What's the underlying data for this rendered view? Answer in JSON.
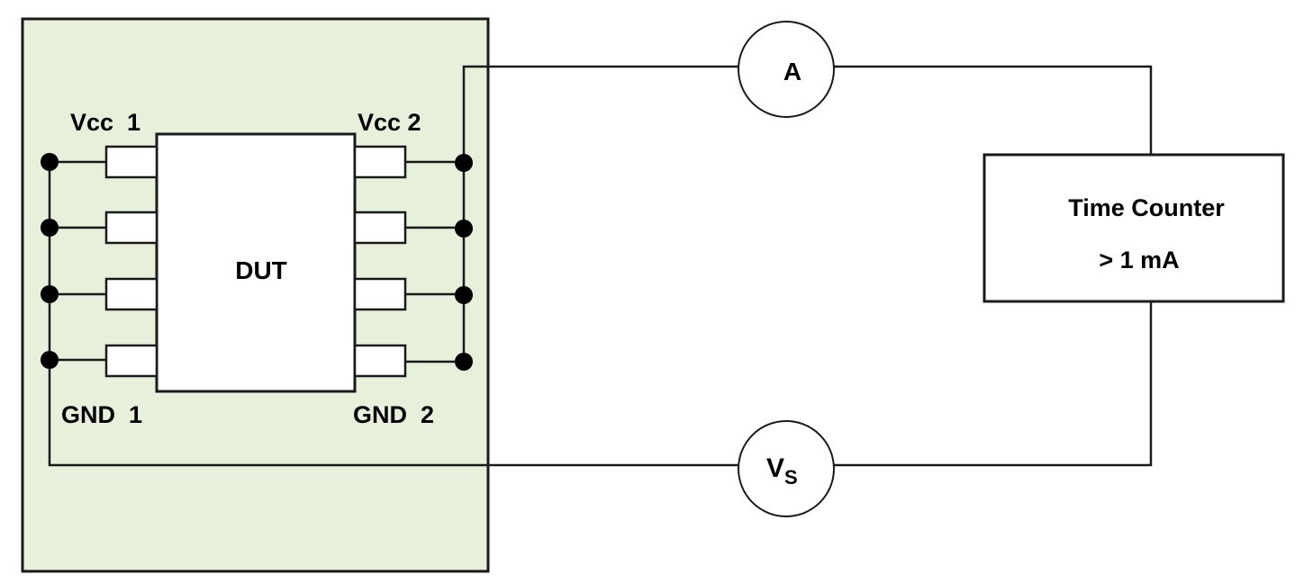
{
  "colors": {
    "fixture_fill": "#e6f0da",
    "stroke": "#1a1a1a",
    "node": "#000000"
  },
  "labels": {
    "vcc1": "Vcc  1",
    "vcc2": "Vcc 2",
    "gnd1": "GND  1",
    "gnd2": "GND  2",
    "dut": "DUT"
  },
  "ammeter": {
    "symbol": "A"
  },
  "voltage_source": {
    "symbol": "V",
    "subscript": "S"
  },
  "time_counter": {
    "title": "Time Counter",
    "threshold": "> 1 mA"
  }
}
